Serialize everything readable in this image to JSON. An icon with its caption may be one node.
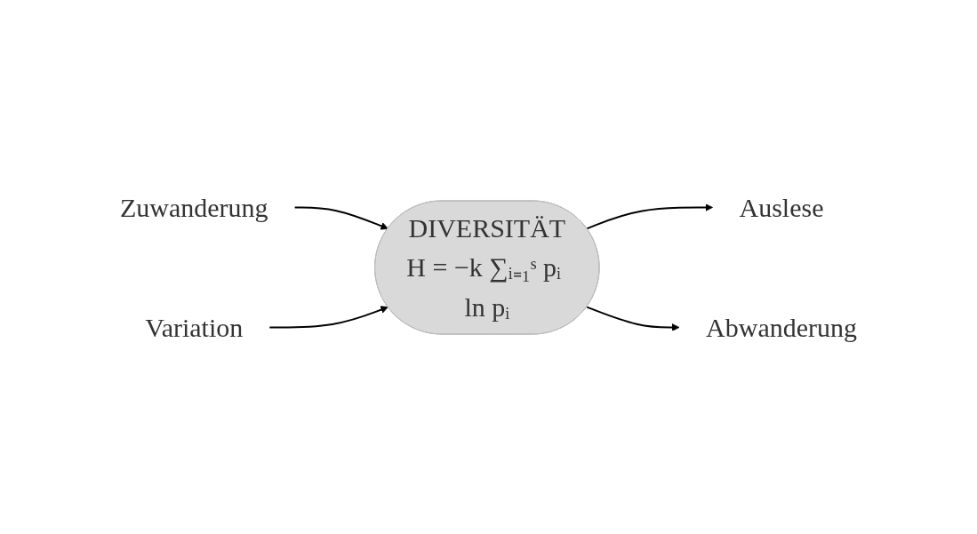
{
  "diagram": {
    "nodes": [
      {
        "text": [
          "Zuwanderung"
        ]
      },
      {
        "text": [
          "Variation"
        ]
      },
      {
        "text": [
          "DIVERSITÄT",
          "H = −k ∑ᵢ₌₁ˢ pᵢ ln pᵢ"
        ]
      },
      {
        "text": [
          "Auslese"
        ]
      },
      {
        "text": [
          "Abwanderung"
        ]
      }
    ],
    "edges": [
      {
        "from": 0,
        "to": 2,
        "arrow": "to"
      },
      {
        "from": 1,
        "to": 2,
        "arrow": "to"
      },
      {
        "from": 2,
        "to": 3,
        "arrow": "to"
      },
      {
        "from": 2,
        "to": 4,
        "arrow": "to"
      }
    ]
  }
}
